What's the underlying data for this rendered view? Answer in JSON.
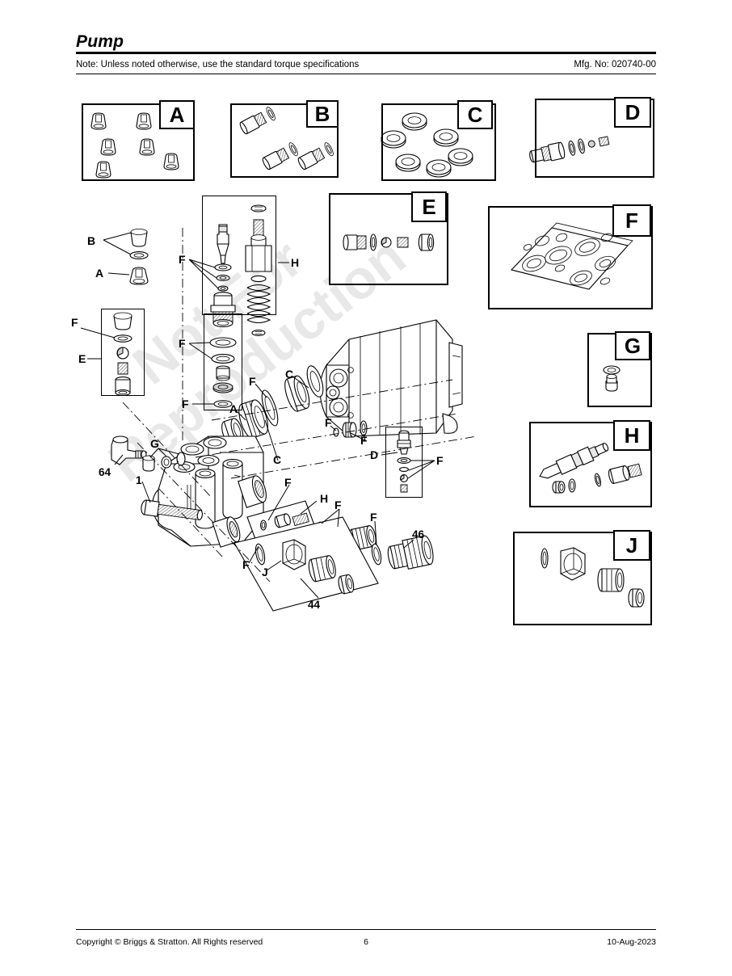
{
  "header": {
    "title": "Pump",
    "note": "Note: Unless noted otherwise, use the standard torque specifications",
    "mfg_no": "Mfg. No: 020740-00"
  },
  "footer": {
    "copyright": "Copyright ©  Briggs & Stratton. All Rights reserved",
    "page_number": "6",
    "date": "10-Aug-2023"
  },
  "watermark": {
    "line1": "Not For",
    "line2": "Reproduction"
  },
  "detail_boxes": [
    {
      "tag": "A",
      "name": "detail-box-a",
      "contents": "six valve retainers / bolts"
    },
    {
      "tag": "B",
      "name": "detail-box-b",
      "contents": "three pistons with o-rings"
    },
    {
      "tag": "C",
      "name": "detail-box-c",
      "contents": "six seal rings"
    },
    {
      "tag": "D",
      "name": "detail-box-d",
      "contents": "valve assembly with o-rings and screen"
    },
    {
      "tag": "E",
      "name": "detail-box-e",
      "contents": "plug, o-ring, poppet, spring, sleeve"
    },
    {
      "tag": "F",
      "name": "detail-box-f",
      "contents": "o-ring seal kit card"
    },
    {
      "tag": "G",
      "name": "detail-box-g",
      "contents": "washer and flange bolt"
    },
    {
      "tag": "H",
      "name": "detail-box-h",
      "contents": "unloader valve, o-rings, nut, spring"
    },
    {
      "tag": "J",
      "name": "detail-box-j",
      "contents": "o-ring, coupling nut, fitting, seal"
    }
  ],
  "inset_tags": {
    "e_inset": "E",
    "h_inset": "H",
    "d_inset": "D",
    "h_strip": "H",
    "j_strip": "J"
  },
  "callouts": [
    {
      "label": "B",
      "name": "callout-b-upper"
    },
    {
      "label": "A",
      "name": "callout-a-upper"
    },
    {
      "label": "F",
      "name": "callout-f-e-inset"
    },
    {
      "label": "E",
      "name": "callout-e-inset"
    },
    {
      "label": "F",
      "name": "callout-f-stack-top"
    },
    {
      "label": "F",
      "name": "callout-f-stack-mid"
    },
    {
      "label": "F",
      "name": "callout-f-stack-low"
    },
    {
      "label": "H",
      "name": "callout-h-inset"
    },
    {
      "label": "C",
      "name": "callout-c-upper"
    },
    {
      "label": "F",
      "name": "callout-f-piston"
    },
    {
      "label": "A",
      "name": "callout-a-piston"
    },
    {
      "label": "C",
      "name": "callout-c-lower"
    },
    {
      "label": "F",
      "name": "callout-f-small-upper"
    },
    {
      "label": "F",
      "name": "callout-f-small-lower"
    },
    {
      "label": "D",
      "name": "callout-d-inset"
    },
    {
      "label": "F",
      "name": "callout-f-d-inset"
    },
    {
      "label": "G",
      "name": "callout-g-manifold"
    },
    {
      "label": "F",
      "name": "callout-f-h-strip"
    },
    {
      "label": "H",
      "name": "callout-h-strip"
    },
    {
      "label": "F",
      "name": "callout-f-pair"
    },
    {
      "label": "F",
      "name": "callout-f-right"
    },
    {
      "label": "F",
      "name": "callout-f-j-strip"
    },
    {
      "label": "J",
      "name": "callout-j-strip"
    }
  ],
  "numbered_callouts": [
    {
      "number": "64",
      "name": "callout-64"
    },
    {
      "number": "1",
      "name": "callout-1"
    },
    {
      "number": "44",
      "name": "callout-44"
    },
    {
      "number": "46",
      "name": "callout-46"
    }
  ]
}
